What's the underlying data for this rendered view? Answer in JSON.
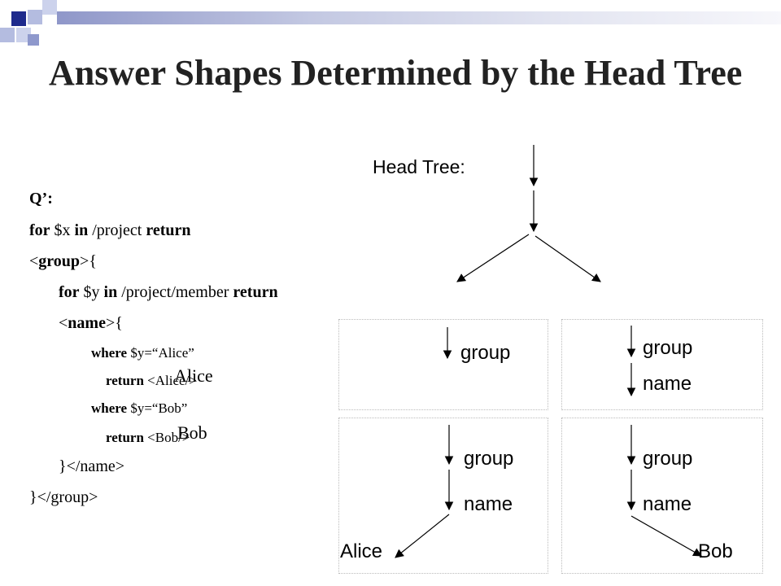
{
  "title": "Answer Shapes Determined by the Head Tree",
  "query": {
    "label": "Q’:",
    "line1": {
      "kw1": "for",
      "v1": " $x ",
      "kw2": "in",
      "v2": " /project ",
      "kw3": "return"
    },
    "line2": {
      "open": "<",
      "tag": "group",
      "close": ">{"
    },
    "line3": {
      "kw1": "for",
      "v1": " $y ",
      "kw2": "in",
      "v2": " /project/member ",
      "kw3": "return"
    },
    "line4": {
      "open": "<",
      "tag": "name",
      "close": ">{"
    },
    "line5": {
      "kw": "where",
      "rest": " $y=“Alice”"
    },
    "line6": {
      "kw": "return",
      "rest": " <Alice/>",
      "overlay": "Alice"
    },
    "line7": {
      "kw": "where",
      "rest": " $y=“Bob”"
    },
    "line8": {
      "kw": "return",
      "rest": " <Bob/>",
      "overlay": "Bob"
    },
    "line9": {
      "text": "}</name>"
    },
    "line10": {
      "text": "}</group>"
    }
  },
  "head_tree_label": "Head Tree:",
  "panels": {
    "top_left": {
      "group": "group"
    },
    "top_right": {
      "group": "group",
      "name": "name"
    },
    "bottom_left": {
      "group": "group",
      "name": "name",
      "leaf": "Alice"
    },
    "bottom_right": {
      "group": "group",
      "name": "name",
      "leaf": "Bob"
    }
  }
}
